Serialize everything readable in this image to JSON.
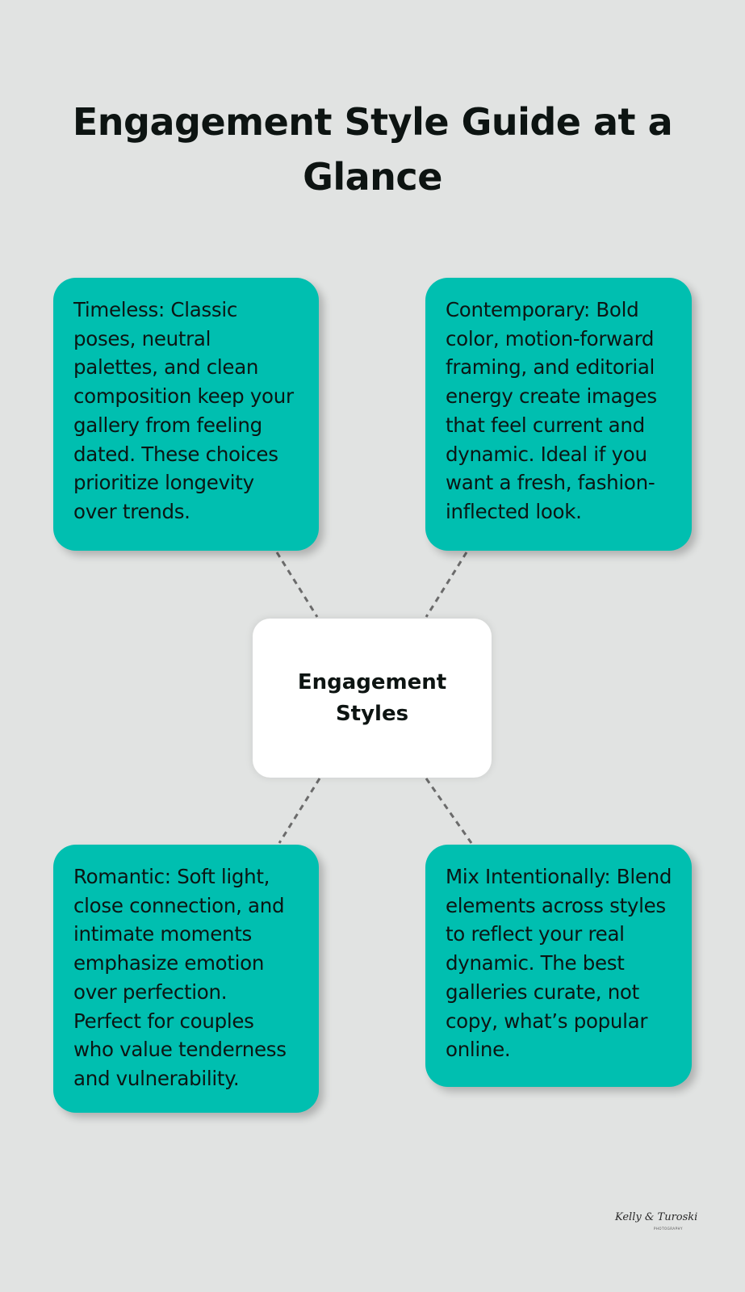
{
  "title": "Engagement Style Guide at a Glance",
  "colors": {
    "background": "#e1e3e2",
    "card": "#00bfb0",
    "center_box": "#ffffff",
    "connector": "#6b6b6b",
    "text": "#0d1412"
  },
  "center": {
    "label": "Engagement Styles"
  },
  "cards": [
    {
      "position": "top-left",
      "text": "Timeless: Classic poses, neutral palettes, and clean composition keep your gallery from feeling dated. These choices prioritize longevity over trends."
    },
    {
      "position": "top-right",
      "text": "Contemporary: Bold color, motion-forward framing, and editorial energy create images that feel current and dynamic. Ideal if you want a fresh, fashion-inflected look."
    },
    {
      "position": "bottom-left",
      "text": "Romantic: Soft light, close connection, and intimate moments emphasize emotion over perfection. Perfect for couples who value tenderness and vulnerability."
    },
    {
      "position": "bottom-right",
      "text": "Mix Intentionally: Blend elements across styles to reflect your real dynamic. The best galleries curate, not copy, what’s popular online."
    }
  ],
  "signature": {
    "name": "Kelly & Turoski",
    "subtitle": "PHOTOGRAPHY"
  }
}
